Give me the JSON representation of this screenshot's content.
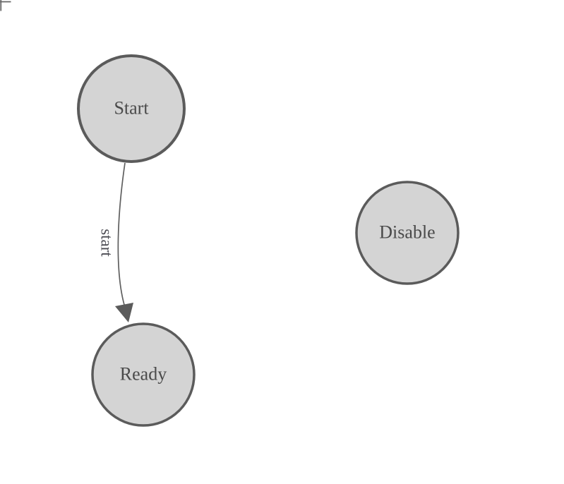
{
  "canvas": {
    "background": "#ffffff"
  },
  "colors": {
    "node_fill": "#d4d4d4",
    "node_stroke": "#5b5b5b",
    "node_text": "#4a4a4a",
    "edge_stroke": "#5f5f5f",
    "arrowhead_fill": "#5b5b5b",
    "edge_label_text": "#4b4b52",
    "corner_mark": "#666666"
  },
  "diagram": {
    "type": "state-machine",
    "nodes": [
      {
        "id": "Start",
        "label": "Start"
      },
      {
        "id": "Ready",
        "label": "Ready"
      },
      {
        "id": "Disable",
        "label": "Disable"
      }
    ],
    "edges": [
      {
        "from": "Start",
        "to": "Ready",
        "label": "start"
      }
    ]
  }
}
